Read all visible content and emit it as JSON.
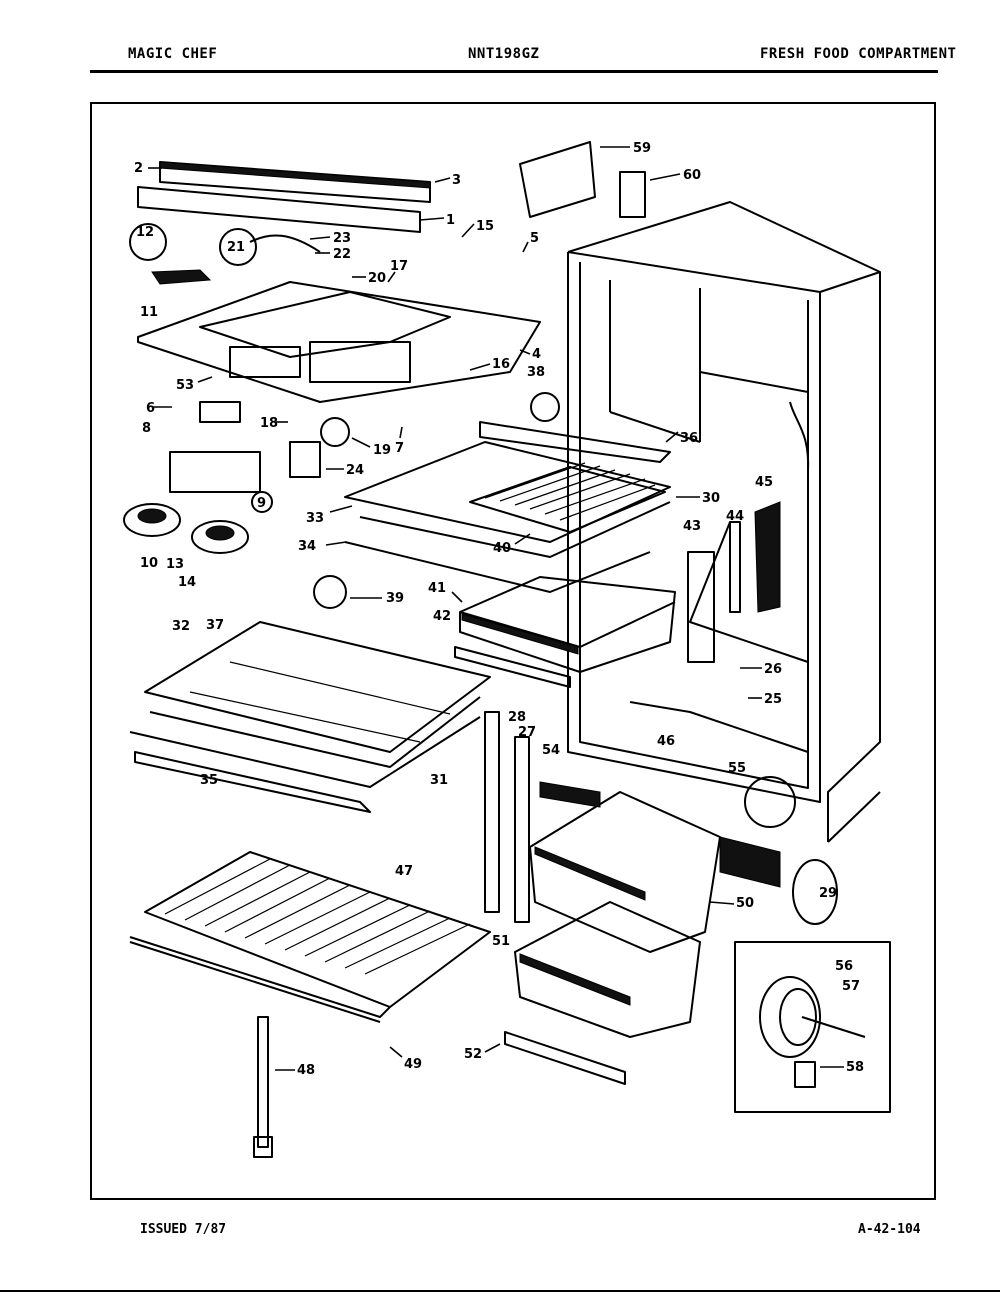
{
  "header": {
    "brand": "MAGIC CHEF",
    "model": "NNT198GZ",
    "section": "FRESH FOOD COMPARTMENT"
  },
  "footer": {
    "issued": "ISSUED 7/87",
    "ref": "A-42-104"
  },
  "callouts": [
    "1",
    "2",
    "3",
    "4",
    "5",
    "6",
    "7",
    "8",
    "9",
    "10",
    "11",
    "12",
    "13",
    "14",
    "15",
    "16",
    "17",
    "18",
    "19",
    "20",
    "21",
    "22",
    "23",
    "24",
    "25",
    "26",
    "27",
    "28",
    "29",
    "30",
    "31",
    "32",
    "33",
    "34",
    "35",
    "36",
    "37",
    "38",
    "39",
    "40",
    "41",
    "42",
    "43",
    "44",
    "45",
    "46",
    "47",
    "48",
    "49",
    "50",
    "51",
    "52",
    "53",
    "54",
    "55",
    "56",
    "57",
    "58",
    "59",
    "60"
  ]
}
